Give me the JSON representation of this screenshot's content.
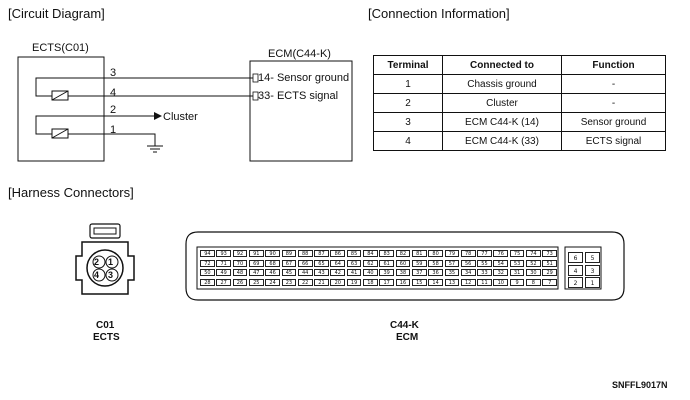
{
  "titles": {
    "circuit": "[Circuit Diagram]",
    "connection": "[Connection Information]",
    "harness": "[Harness Connectors]"
  },
  "circuit": {
    "ects_label": "ECTS(C01)",
    "ecm_label": "ECM(C44-K)",
    "wire_numbers": [
      "3",
      "4",
      "2",
      "1"
    ],
    "ecm_pin_14": "14- Sensor ground",
    "ecm_pin_33": "33- ECTS signal",
    "cluster": "Cluster"
  },
  "connection_table": {
    "headers": [
      "Terminal",
      "Connected to",
      "Function"
    ],
    "rows": [
      [
        "1",
        "Chassis ground",
        "-"
      ],
      [
        "2",
        "Cluster",
        "-"
      ],
      [
        "3",
        "ECM C44-K (14)",
        "Sensor ground"
      ],
      [
        "4",
        "ECM C44-K (33)",
        "ECTS signal"
      ]
    ]
  },
  "connectors": {
    "c01": {
      "code": "C01",
      "name": "ECTS",
      "pins": [
        "2",
        "1",
        "4",
        "3"
      ]
    },
    "c44": {
      "code": "C44-K",
      "name": "ECM",
      "rows": [
        [
          "94",
          "93",
          "92",
          "91",
          "90",
          "89",
          "88",
          "87",
          "86",
          "85",
          "84",
          "83",
          "82",
          "81",
          "80",
          "79",
          "78",
          "77",
          "76",
          "75",
          "74",
          "73"
        ],
        [
          "72",
          "71",
          "70",
          "69",
          "68",
          "67",
          "66",
          "65",
          "64",
          "63",
          "62",
          "61",
          "60",
          "59",
          "58",
          "57",
          "56",
          "55",
          "54",
          "53",
          "52",
          "51"
        ],
        [
          "50",
          "49",
          "48",
          "47",
          "46",
          "45",
          "44",
          "43",
          "42",
          "41",
          "40",
          "39",
          "38",
          "37",
          "36",
          "35",
          "34",
          "33",
          "32",
          "31",
          "30",
          "29"
        ],
        [
          "28",
          "27",
          "26",
          "25",
          "24",
          "23",
          "22",
          "21",
          "20",
          "19",
          "18",
          "17",
          "16",
          "15",
          "14",
          "13",
          "12",
          "11",
          "10",
          "9",
          "8",
          "7"
        ]
      ],
      "side_rows": [
        [
          "6",
          "5"
        ],
        [
          "4",
          "3"
        ],
        [
          "2",
          "1"
        ]
      ]
    }
  },
  "footer": {
    "code": "SNFFL9017N"
  }
}
